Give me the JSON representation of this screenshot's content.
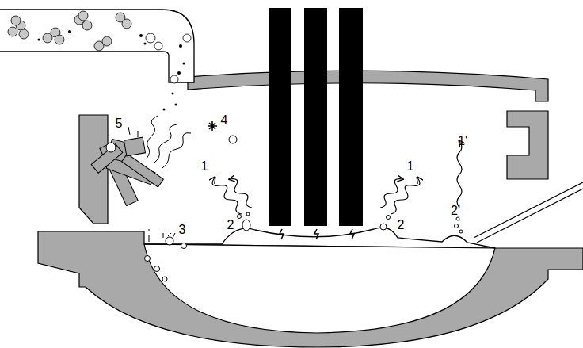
{
  "diagram": {
    "labels": [
      "5",
      "4",
      "1'",
      "1",
      "1",
      "2'",
      "2",
      "2",
      "3"
    ]
  }
}
